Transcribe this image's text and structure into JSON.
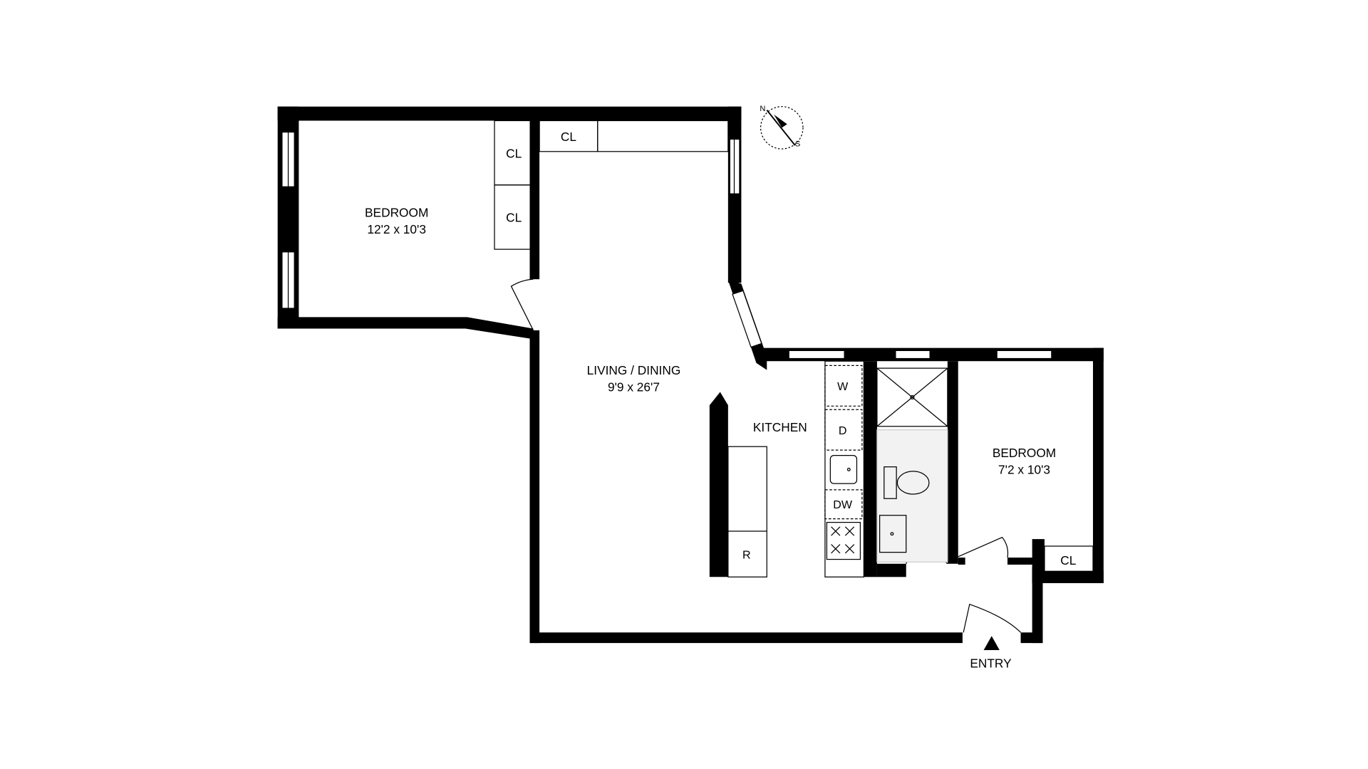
{
  "rooms": {
    "bedroom1": {
      "label": "BEDROOM",
      "size": "12'2 x 10'3"
    },
    "living": {
      "label": "LIVING / DINING",
      "size": "9'9 x 26'7"
    },
    "kitchen": {
      "label": "KITCHEN"
    },
    "bedroom2": {
      "label": "BEDROOM",
      "size": "7'2 x 10'3"
    },
    "entry": {
      "label": "ENTRY"
    }
  },
  "fixtures": {
    "closet": "CL",
    "washer": "W",
    "dryer": "D",
    "dishwasher": "DW",
    "refrigerator": "R"
  },
  "compass": {
    "n": "N",
    "s": "S"
  },
  "colors": {
    "wall": "#000000",
    "background": "#ffffff"
  }
}
